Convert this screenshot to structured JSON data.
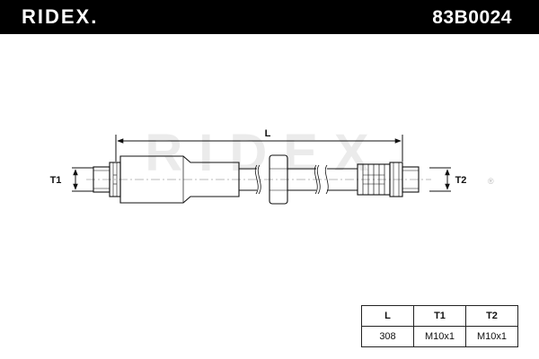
{
  "header": {
    "brand": "RIDEX.",
    "part_number": "83B0024",
    "background_color": "#000000",
    "text_color": "#ffffff"
  },
  "drawing": {
    "watermark": "RIDEX",
    "registered_mark": "®",
    "dimension_labels": {
      "length": "L",
      "thread_1": "T1",
      "thread_2": "T2"
    }
  },
  "spec_table": {
    "headers": [
      "L",
      "T1",
      "T2"
    ],
    "values": [
      "308",
      "M10x1",
      "M10x1"
    ]
  }
}
